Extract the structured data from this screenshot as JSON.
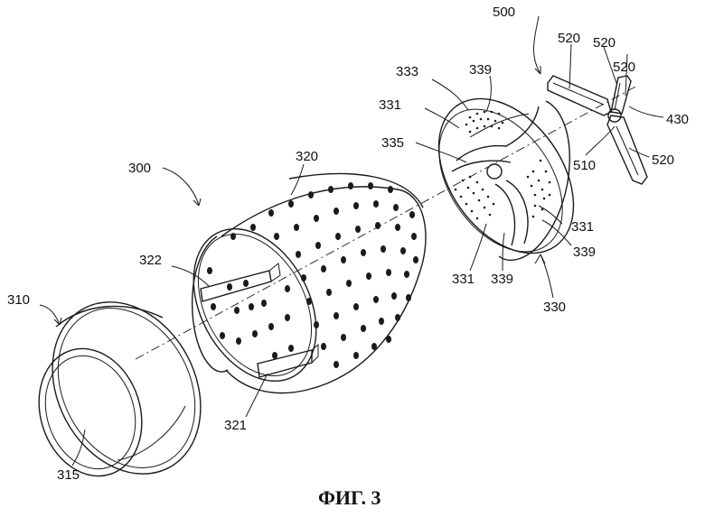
{
  "caption": "ФИГ. 3",
  "labels": {
    "l500": "500",
    "l520a": "520",
    "l520b": "520",
    "l520c": "520",
    "l430": "430",
    "l510": "510",
    "l333": "333",
    "l339a": "339",
    "l331a": "331",
    "l335": "335",
    "l331b": "331",
    "l339b": "339",
    "l331c": "331",
    "l339c": "339",
    "l330": "330",
    "l320": "320",
    "l300": "300",
    "l322": "322",
    "l310": "310",
    "l321": "321",
    "l315": "315"
  }
}
